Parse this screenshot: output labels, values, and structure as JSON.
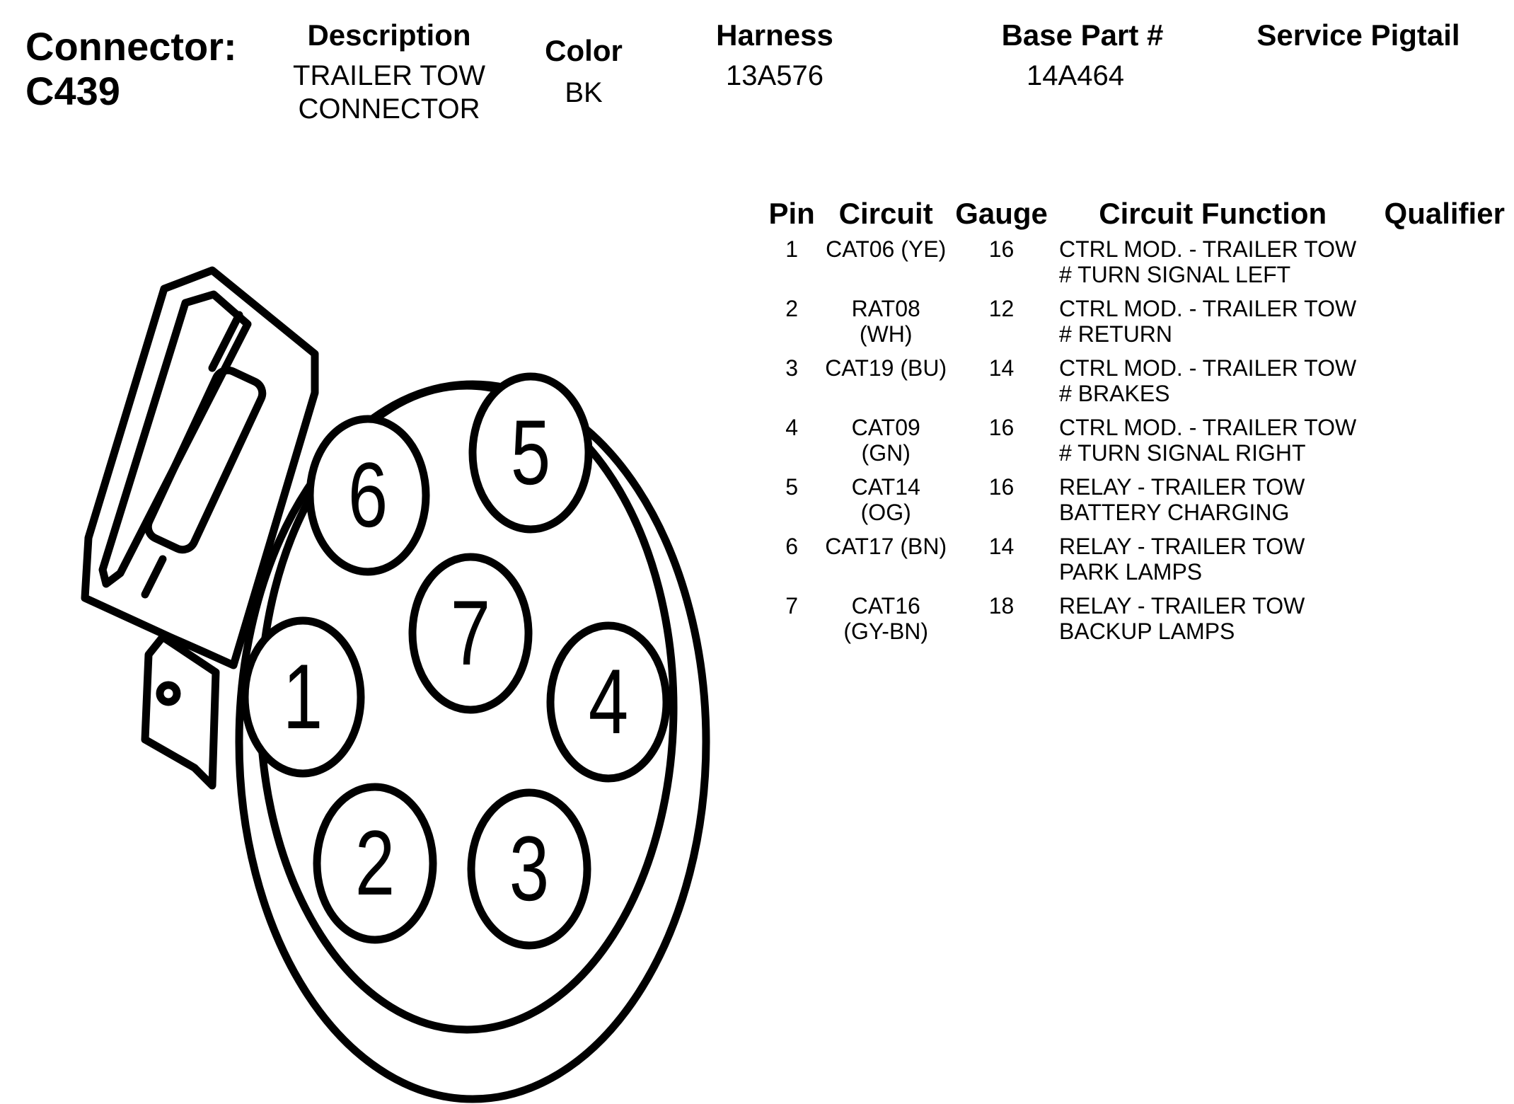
{
  "header": {
    "connector_label": "Connector:",
    "connector_id": "C439",
    "description_label": "Description",
    "description_value": [
      "TRAILER TOW",
      "CONNECTOR"
    ],
    "color_label": "Color",
    "color_value": "BK",
    "harness_label": "Harness",
    "harness_value": "13A576",
    "base_part_label": "Base Part #",
    "base_part_value": "14A464",
    "service_pigtail_label": "Service Pigtail"
  },
  "table": {
    "columns": [
      "Pin",
      "Circuit",
      "Gauge",
      "Circuit Function",
      "Qualifier"
    ],
    "rows": [
      {
        "pin": "1",
        "circuit": [
          "CAT06 (YE)"
        ],
        "gauge": "16",
        "function": [
          "CTRL MOD. - TRAILER TOW",
          "# TURN SIGNAL LEFT"
        ],
        "qualifier": ""
      },
      {
        "pin": "2",
        "circuit": [
          "RAT08",
          "(WH)"
        ],
        "gauge": "12",
        "function": [
          "CTRL MOD. - TRAILER TOW",
          "# RETURN"
        ],
        "qualifier": ""
      },
      {
        "pin": "3",
        "circuit": [
          "CAT19 (BU)"
        ],
        "gauge": "14",
        "function": [
          "CTRL MOD. - TRAILER TOW",
          "# BRAKES"
        ],
        "qualifier": ""
      },
      {
        "pin": "4",
        "circuit": [
          "CAT09",
          "(GN)"
        ],
        "gauge": "16",
        "function": [
          "CTRL MOD. - TRAILER TOW",
          "# TURN SIGNAL RIGHT"
        ],
        "qualifier": ""
      },
      {
        "pin": "5",
        "circuit": [
          "CAT14",
          "(OG)"
        ],
        "gauge": "16",
        "function": [
          "RELAY - TRAILER TOW",
          "BATTERY CHARGING"
        ],
        "qualifier": ""
      },
      {
        "pin": "6",
        "circuit": [
          "CAT17 (BN)"
        ],
        "gauge": "14",
        "function": [
          "RELAY - TRAILER TOW",
          "PARK LAMPS"
        ],
        "qualifier": ""
      },
      {
        "pin": "7",
        "circuit": [
          "CAT16",
          "(GY-BN)"
        ],
        "gauge": "18",
        "function": [
          "RELAY - TRAILER TOW",
          "BACKUP LAMPS"
        ],
        "qualifier": ""
      }
    ]
  },
  "diagram": {
    "pin_labels": [
      "1",
      "2",
      "3",
      "4",
      "5",
      "6",
      "7"
    ]
  }
}
